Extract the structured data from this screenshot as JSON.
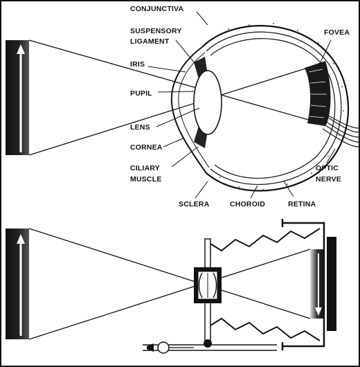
{
  "eye_diagram": {
    "labels": {
      "conjunctiva": "CONJUNCTIVA",
      "suspensory_1": "SUSPENSORY",
      "suspensory_2": "LIGAMENT",
      "iris": "IRIS",
      "pupil": "PUPIL",
      "lens": "LENS",
      "cornea": "CORNEA",
      "ciliary_1": "CILIARY",
      "ciliary_2": "MUSCLE",
      "fovea": "FOVEA",
      "optic_1": "OPTIC",
      "optic_2": "NERVE",
      "sclera": "SCLERA",
      "choroid": "CHOROID",
      "retina": "RETINA"
    }
  },
  "camera_diagram": {}
}
